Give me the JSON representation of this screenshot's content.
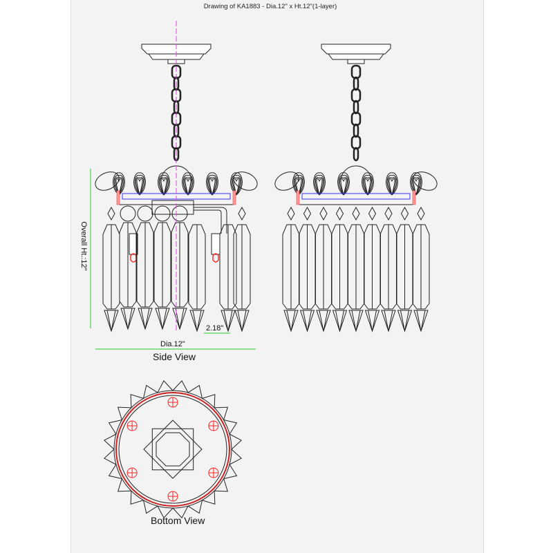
{
  "title": "Drawing of KA1883 - Dia.12\" x Ht.12\"(1-layer)",
  "side_view": {
    "label": "Side View",
    "height_dimension": "Overall Ht.:12\"",
    "diameter_dimension": "Dia.12\"",
    "spacing_dimension": "2.18\""
  },
  "bottom_view": {
    "label": "Bottom View"
  },
  "colors": {
    "centerline": "#e040e0",
    "dimension": "#22cc22",
    "bulb": "#ff2020",
    "frame": "#3030ff"
  }
}
